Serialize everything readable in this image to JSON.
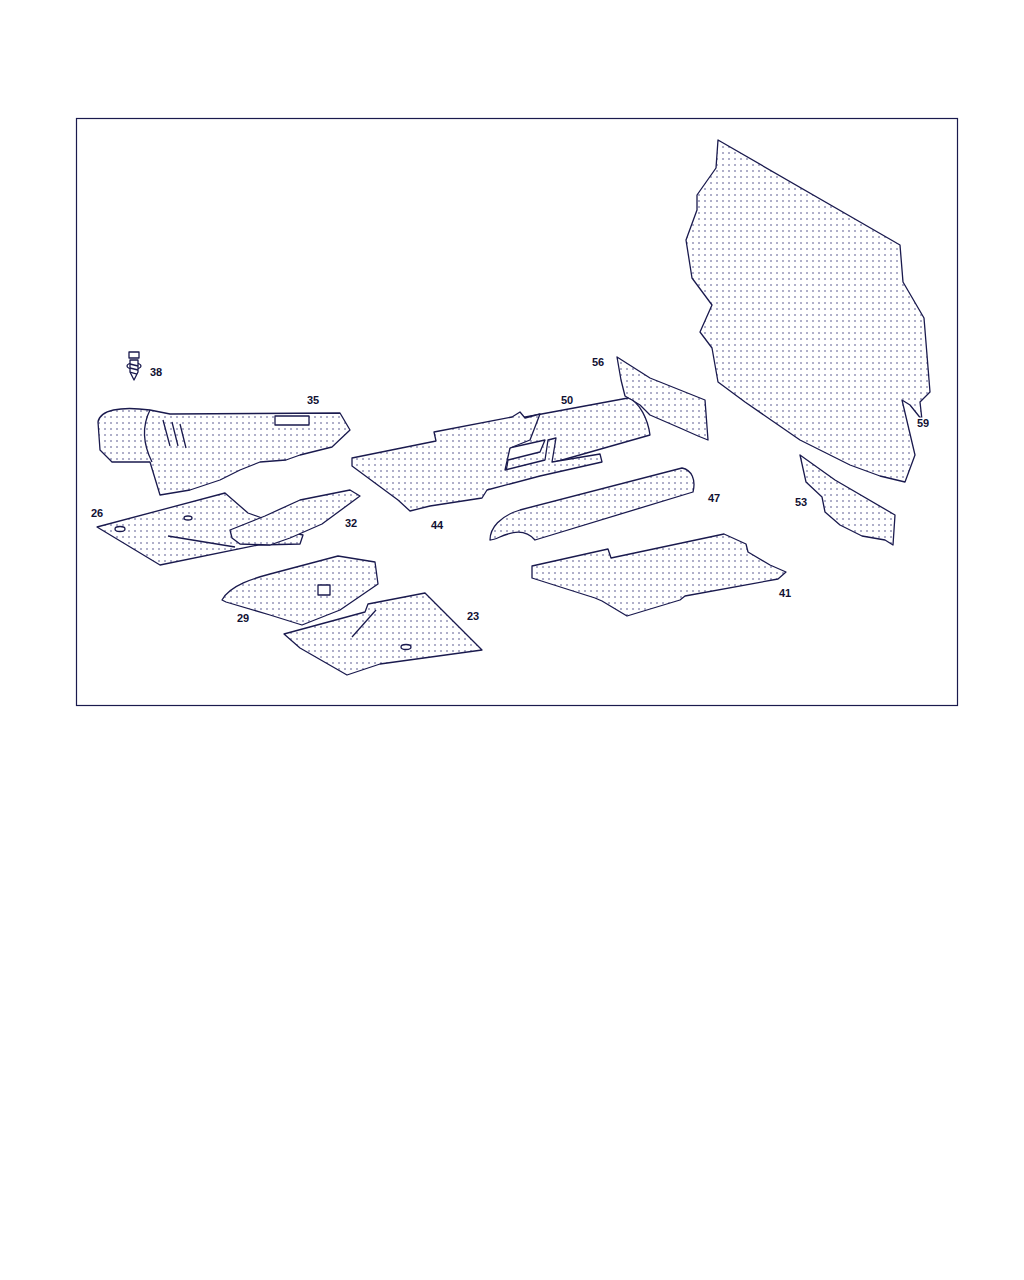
{
  "diagram": {
    "labels": [
      "56",
      "38",
      "50",
      "35",
      "59",
      "47",
      "26",
      "32",
      "44",
      "53",
      "41",
      "29",
      "23"
    ]
  }
}
